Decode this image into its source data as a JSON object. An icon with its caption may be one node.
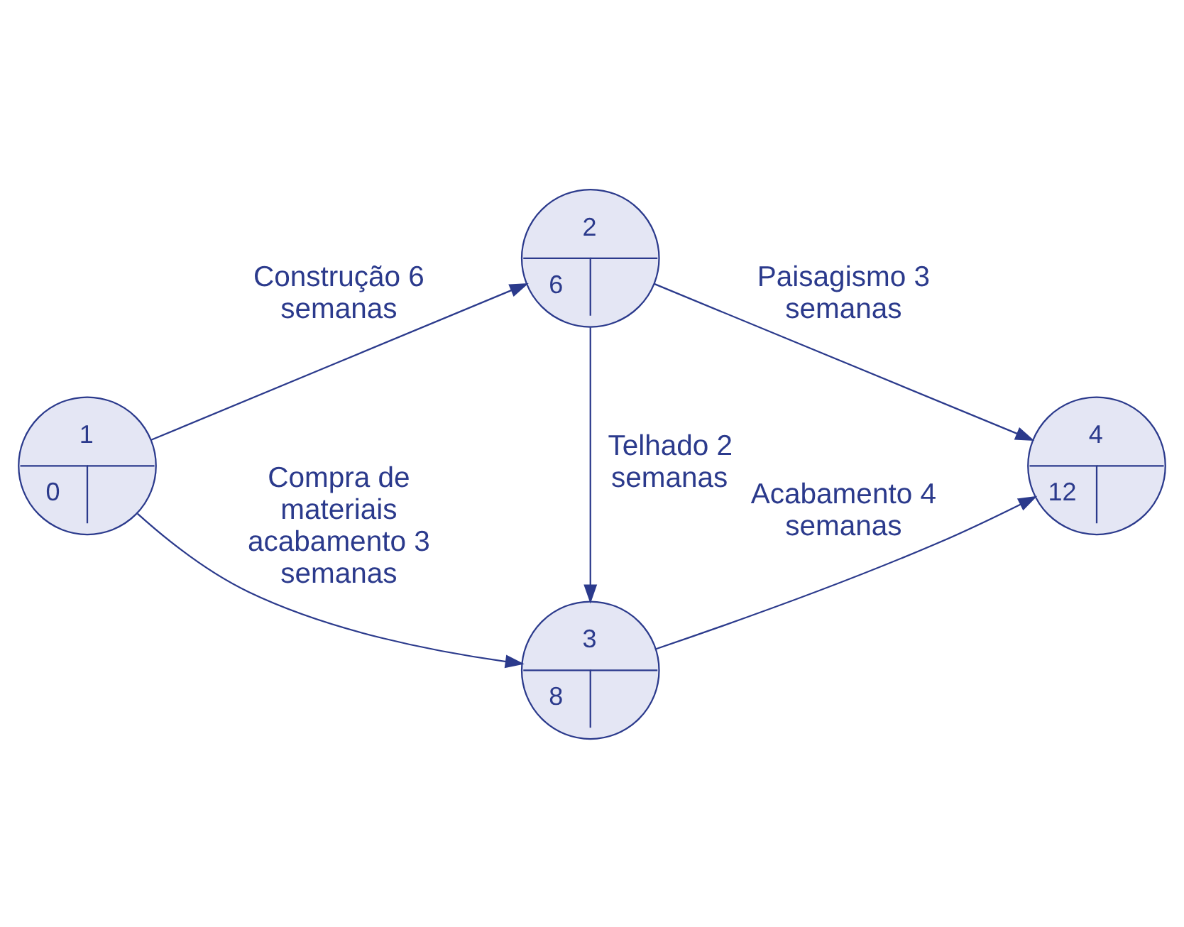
{
  "diagram": {
    "nodes": [
      {
        "text": [
          "1",
          "0"
        ]
      },
      {
        "text": [
          "2",
          "6"
        ]
      },
      {
        "text": [
          "3",
          "8"
        ]
      },
      {
        "text": [
          "4",
          "12"
        ]
      }
    ],
    "edges": [
      {
        "from": 0,
        "to": 1,
        "arrow": "to",
        "label": "Construção 6 semanas"
      },
      {
        "from": 0,
        "to": 2,
        "arrow": "to",
        "label": "Compra de materiais acabamento 3 semanas"
      },
      {
        "from": 1,
        "to": 2,
        "arrow": "to",
        "label": "Telhado 2 semanas"
      },
      {
        "from": 1,
        "to": 3,
        "arrow": "to",
        "label": "Paisagismo 3 semanas"
      },
      {
        "from": 2,
        "to": 3,
        "arrow": "to",
        "label": "Acabamento 4 semanas"
      }
    ]
  }
}
